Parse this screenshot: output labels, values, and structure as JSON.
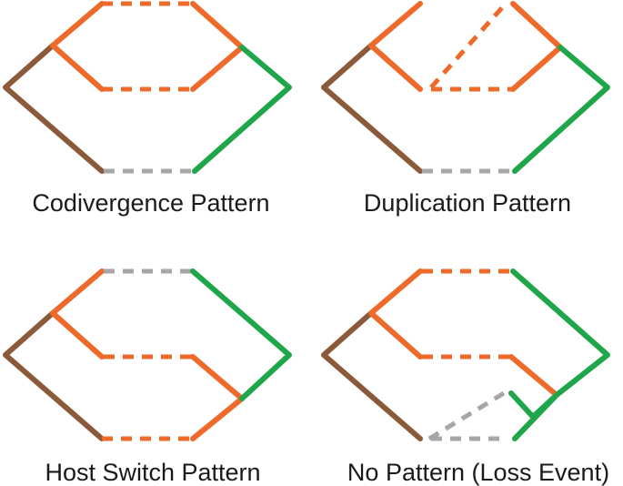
{
  "colors": {
    "host": "#8a5a3a",
    "parasite_orange": "#ee6a2a",
    "parasite_green": "#1fa64a",
    "association_gray": "#a6a6a6"
  },
  "panels": [
    {
      "id": "codivergence",
      "label": "Codivergence Pattern"
    },
    {
      "id": "duplication",
      "label": "Duplication Pattern"
    },
    {
      "id": "host-switch",
      "label": "Host Switch Pattern"
    },
    {
      "id": "no-pattern",
      "label": "No Pattern (Loss Event)"
    }
  ]
}
